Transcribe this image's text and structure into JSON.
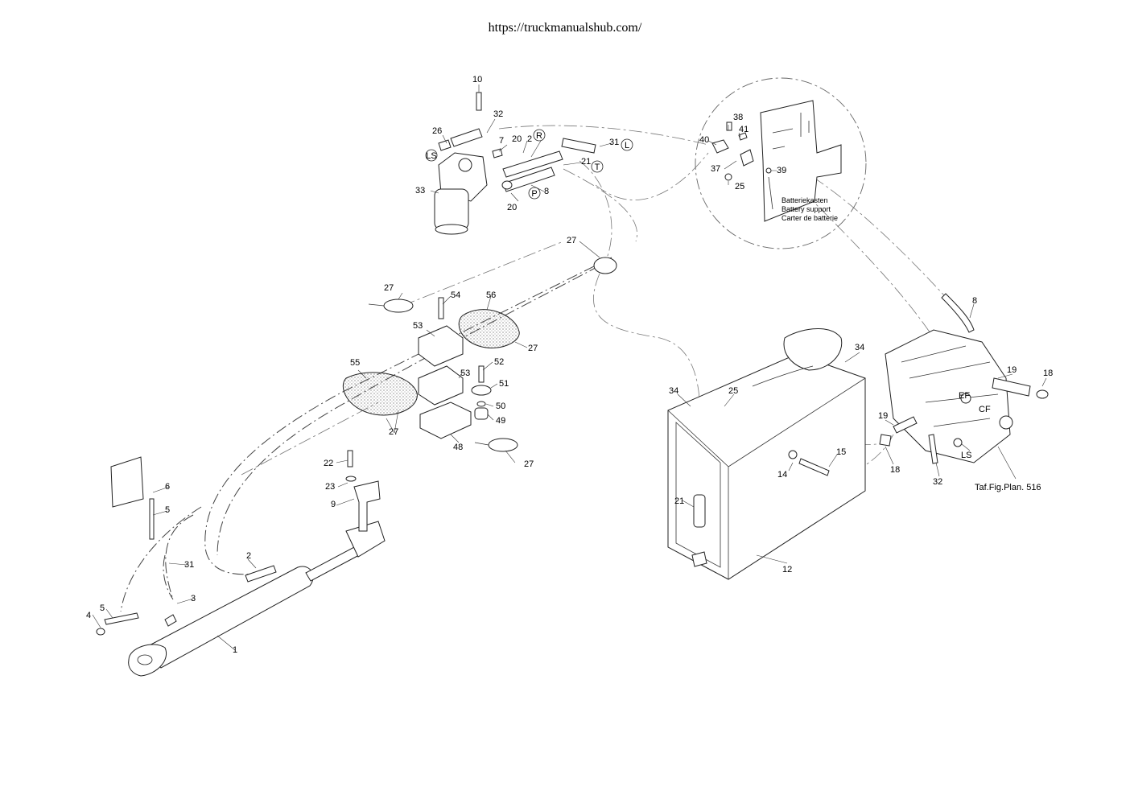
{
  "header": {
    "url": "https://truckmanualshub.com/"
  },
  "reference": "Taf.Fig.Plan. 516",
  "inset_note": [
    "Batteriekasten",
    "Battery support",
    "Carter de batterie"
  ],
  "port_markers": {
    "ls": "LS",
    "r": "R",
    "l": "L",
    "t": "T",
    "p": "P"
  },
  "pump_ports": {
    "ef": "EF",
    "cf": "CF",
    "ls": "LS"
  },
  "callouts": {
    "c1": "1",
    "c2a": "2",
    "c2b": "2",
    "c3": "3",
    "c4": "4",
    "c5a": "5",
    "c5b": "5",
    "c6": "6",
    "c7": "7",
    "c8a": "8",
    "c8b": "8",
    "c9": "9",
    "c10": "10",
    "c12": "12",
    "c14": "14",
    "c15": "15",
    "c18a": "18",
    "c18b": "18",
    "c19a": "19",
    "c19b": "19",
    "c20a": "20",
    "c20b": "20",
    "c21a": "21",
    "c21b": "21",
    "c22": "22",
    "c23": "23",
    "c25a": "25",
    "c25b": "25",
    "c26": "26",
    "c27a": "27",
    "c27b": "27",
    "c27c": "27",
    "c27d": "27",
    "c27e": "27",
    "c31a": "31",
    "c31b": "31",
    "c32a": "32",
    "c32b": "32",
    "c33": "33",
    "c34a": "34",
    "c34b": "34",
    "c37": "37",
    "c38": "38",
    "c39": "39",
    "c40": "40",
    "c41": "41",
    "c48": "48",
    "c49": "49",
    "c50": "50",
    "c51": "51",
    "c52": "52",
    "c53a": "53",
    "c53b": "53",
    "c54": "54",
    "c55": "55",
    "c56": "56"
  }
}
